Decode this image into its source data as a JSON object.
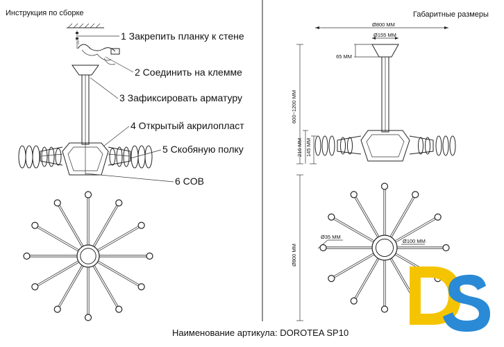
{
  "headers": {
    "left": "Инструкция по сборке",
    "right": "Габаритные размеры"
  },
  "steps": [
    "1 Закрепить планку к стене",
    "2 Соединить на клемме",
    "3 Зафиксировать арматуру",
    "4 Открытый акрилопласт",
    "5 Скобяную полку",
    "6 COB"
  ],
  "dimensions": {
    "overall_width": "Ø800 MM",
    "canopy_diameter": "Ø155 MM",
    "canopy_height": "65 MM",
    "height_range": "600~1200 MM",
    "body_height": "210 MM",
    "arm_height": "145 MM",
    "top_diameter": "Ø800 MM",
    "head_diameter": "Ø35 MM",
    "hub_diameter": "Ø100 MM"
  },
  "footer": {
    "article_label": "Наименование артикула: DOROTEA SP10"
  },
  "logo": {
    "text": "DS",
    "color_d": "#f5c400",
    "color_s": "#2a8ad6"
  }
}
